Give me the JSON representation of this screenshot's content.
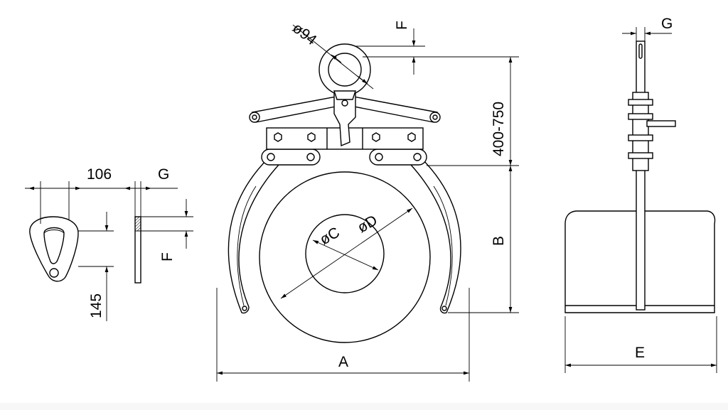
{
  "drawing": {
    "main_view": {
      "ring_diameter_label": "ø94",
      "f_label": "F",
      "height_range_label": "400-750",
      "b_label": "B",
      "inner_diameter_label": "øC",
      "outer_diameter_label": "øD",
      "a_label": "A"
    },
    "left_detail": {
      "width_label": "106",
      "g_label": "G",
      "f_label": "F",
      "height_label": "145"
    },
    "side_view": {
      "g_label": "G",
      "e_label": "E"
    },
    "line_color": "#000000"
  }
}
